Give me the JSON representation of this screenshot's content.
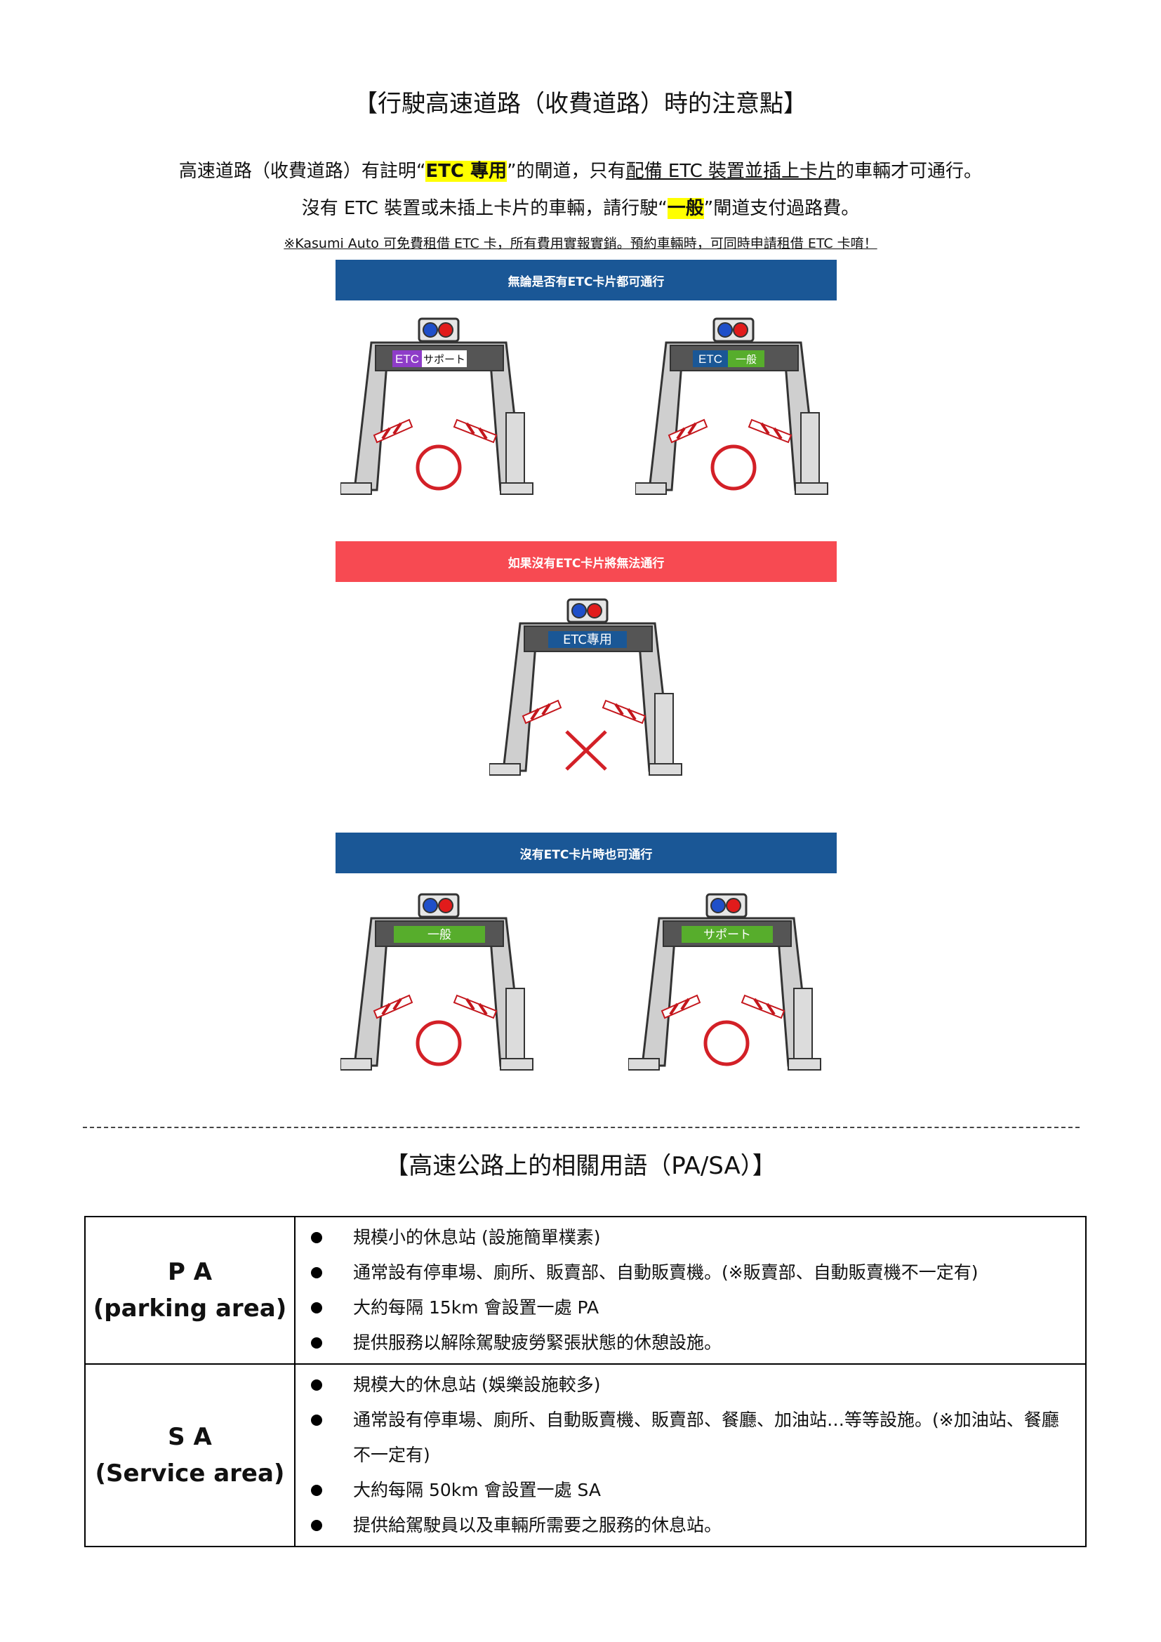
{
  "section1": {
    "title": "【行駛高速道路（收費道路）時的注意點】",
    "line1": {
      "before": "高速道路（收費道路）有註明",
      "q_open": "“",
      "hl": "ETC 專用",
      "q_close": "”",
      "mid": "的閘道，只有",
      "ul": "配備 ETC 裝置並插上卡片",
      "after": "的車輛才可通行。"
    },
    "line2": {
      "before": "沒有 ETC 裝置或未插上卡片的車輛，請行駛",
      "q_open": "“",
      "hl": "一般",
      "q_close": "”",
      "after": "閘道支付過路費。"
    },
    "note": "※Kasumi Auto 可免費租借 ETC 卡，所有費用實報實銷。預約車輛時，可同時申請租借 ETC 卡唷！"
  },
  "banners": {
    "b1": "無論是否有ETC卡片都可通行",
    "b2": "如果沒有ETC卡片將無法通行",
    "b3": "沒有ETC卡片時也可通行"
  },
  "gates": {
    "g1": {
      "left": "ETC",
      "right": "サポート"
    },
    "g2": {
      "left": "ETC",
      "right": "一般"
    },
    "g3": {
      "label": "ETC專用"
    },
    "g4": {
      "label": "一般"
    },
    "g5": {
      "label": "サポート"
    }
  },
  "section2": {
    "title": "【高速公路上的相關用語（PA/SA）】",
    "pa": {
      "code": "P A",
      "name": "(parking area)",
      "items": [
        "規模小的休息站 (設施簡單樸素)",
        "通常設有停車場、廁所、販賣部、自動販賣機。(※販賣部、自動販賣機不一定有)",
        "大約每隔 15km 會設置一處 PA",
        "提供服務以解除駕駛疲勞緊張狀態的休憩設施。"
      ]
    },
    "sa": {
      "code": "S A",
      "name": "(Service area)",
      "items": [
        "規模大的休息站 (娛樂設施較多)",
        "通常設有停車場、廁所、自動販賣機、販賣部、餐廳、加油站…等等設施。(※加油站、餐廳不一定有)",
        "大約每隔 50km 會設置一處 SA",
        "提供給駕駛員以及車輛所需要之服務的休息站。"
      ]
    }
  },
  "colors": {
    "banner_blue": "#1a5796",
    "banner_red": "#f74a52",
    "highlight": "#ffff00",
    "etc_purple": "#8e3cc8",
    "ippan_green": "#57ad2c",
    "etc_blue": "#1a5796",
    "ok_circle": "#d32027",
    "ng_cross": "#d32027"
  }
}
